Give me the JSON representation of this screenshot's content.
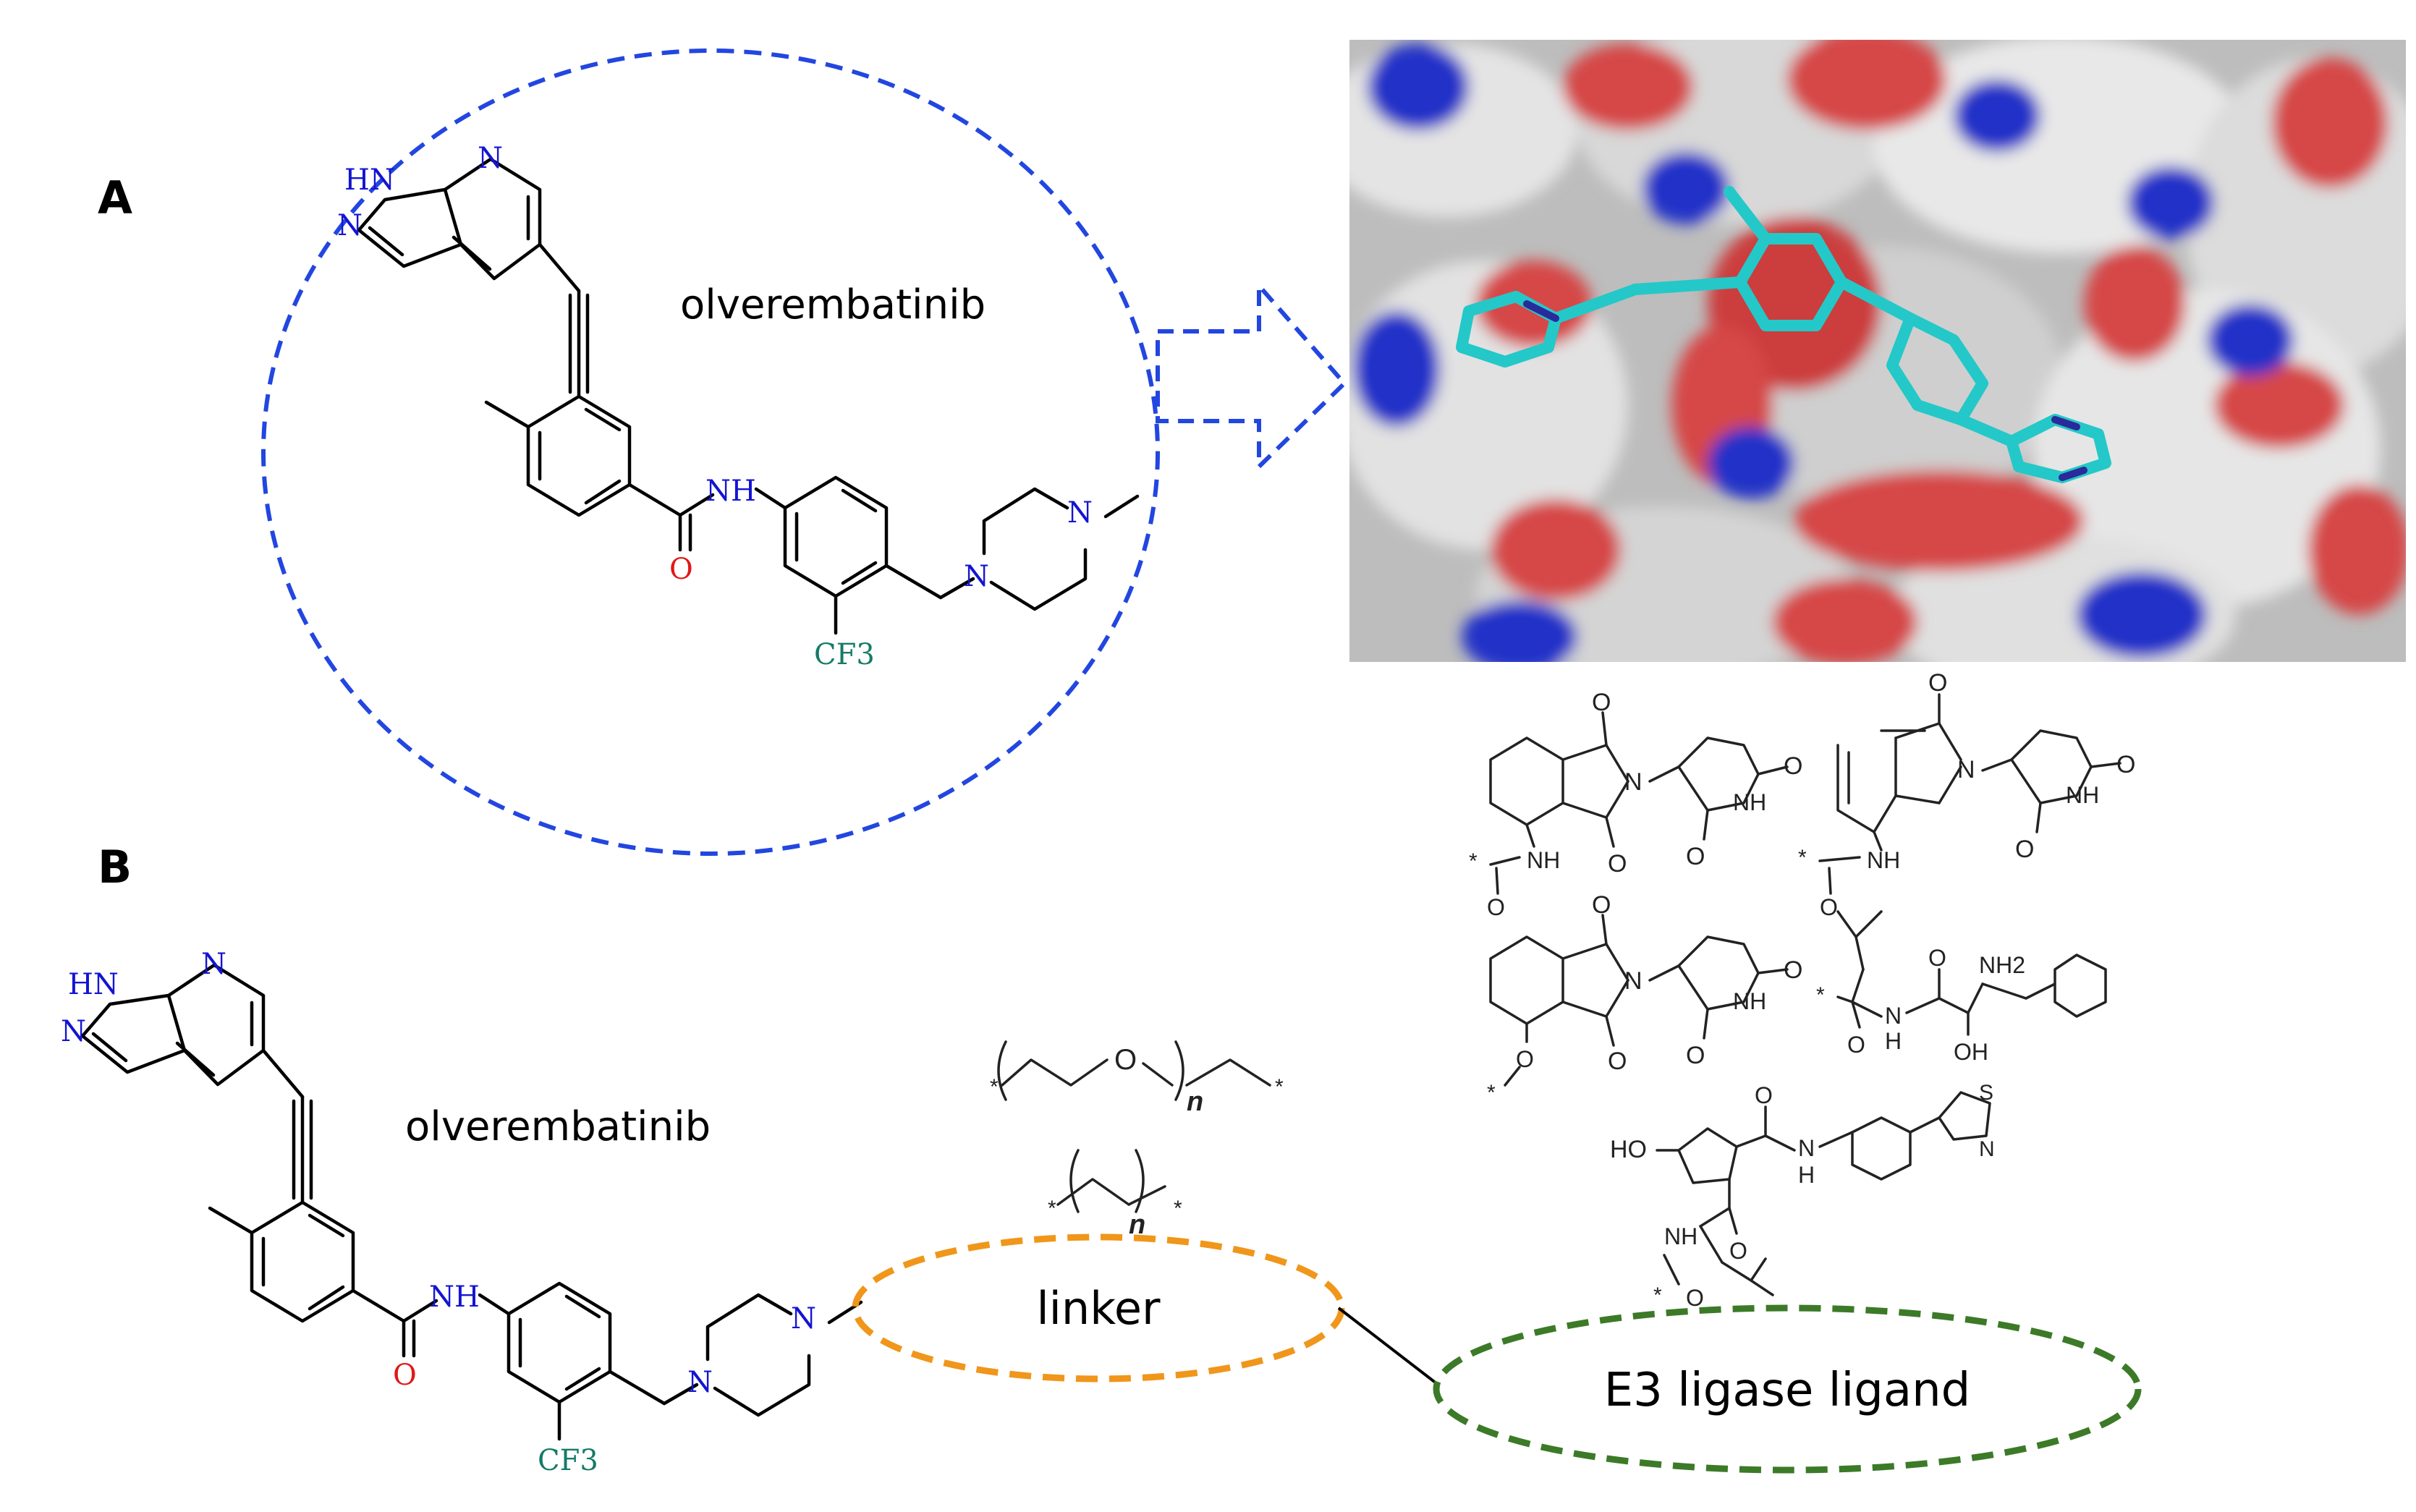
{
  "panels": {
    "a": "A",
    "b": "B"
  },
  "drug_name_a": "olverembatinib",
  "drug_name_b": "olverembatinib",
  "linker_label": "linker",
  "e3_label": "E3 ligase ligand",
  "colors": {
    "circle_dash": "#2246e0",
    "linker_dash": "#f0961a",
    "e3_dash": "#3c7a28",
    "nitrogen": "#1414d2",
    "oxygen": "#e01818",
    "cf3": "#157a66",
    "ligand": "#24c8c8",
    "surface_grey": "#c8c8c8",
    "surface_red": "#d64646",
    "surface_blue": "#2030c8"
  },
  "atoms": {
    "hn": "HN",
    "n": "N",
    "o": "O",
    "nh": "NH",
    "cf3": "CF3"
  },
  "ligand_atoms": {
    "o": "O",
    "n": "N",
    "nh": "NH",
    "nh2": "NH2",
    "h": "H",
    "oh": "OH",
    "ho": "HO",
    "s": "S",
    "star": "*",
    "n_sub": "n"
  }
}
